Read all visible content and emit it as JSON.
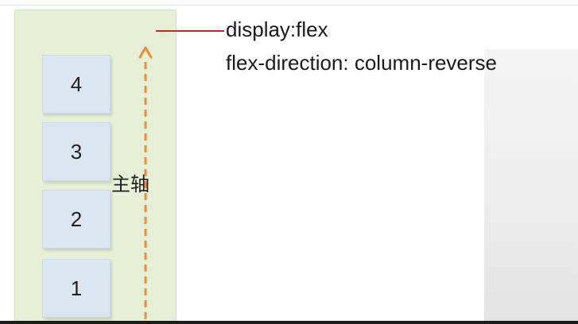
{
  "diagram": {
    "items": [
      {
        "label": "4"
      },
      {
        "label": "3"
      },
      {
        "label": "2"
      },
      {
        "label": "1"
      }
    ],
    "axis_label": "主轴",
    "code_lines": [
      "display:flex",
      "flex-direction: column-reverse"
    ],
    "colors": {
      "container_bg": "#e6f0d6",
      "item_bg": "#dbe6f0",
      "arrow": "#f08a3c",
      "pointer_line": "#d42020"
    }
  }
}
